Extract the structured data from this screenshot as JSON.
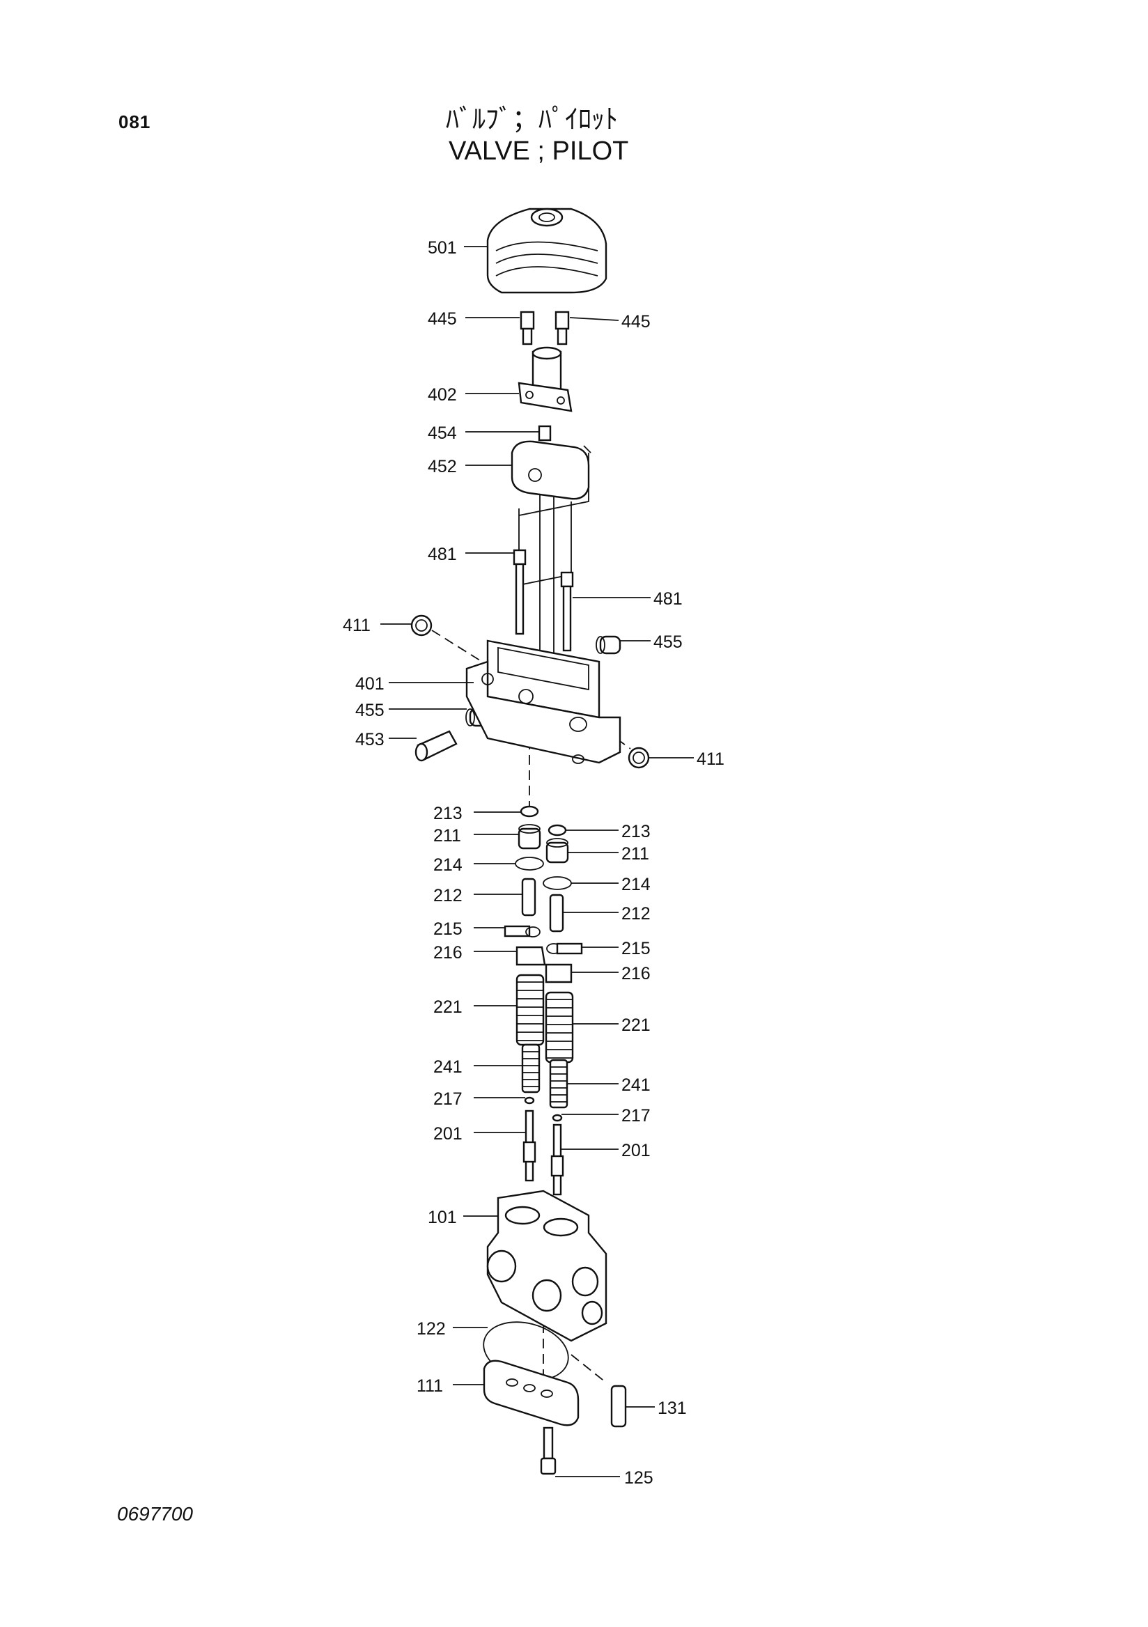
{
  "header": {
    "page_number": "081",
    "title_jp": "ﾊﾞﾙﾌﾞ；ﾊﾟｲﾛｯﾄ",
    "title_en": "VALVE ; PILOT"
  },
  "footer": {
    "drawing_number": "0697700"
  },
  "callouts": [
    {
      "id": "c501a",
      "text": "501"
    },
    {
      "id": "c445a",
      "text": "445"
    },
    {
      "id": "c445b",
      "text": "445"
    },
    {
      "id": "c402",
      "text": "402"
    },
    {
      "id": "c454",
      "text": "454"
    },
    {
      "id": "c452",
      "text": "452"
    },
    {
      "id": "c481a",
      "text": "481"
    },
    {
      "id": "c481b",
      "text": "481"
    },
    {
      "id": "c411a",
      "text": "411"
    },
    {
      "id": "c455a",
      "text": "455"
    },
    {
      "id": "c401",
      "text": "401"
    },
    {
      "id": "c455b",
      "text": "455"
    },
    {
      "id": "c453",
      "text": "453"
    },
    {
      "id": "c411b",
      "text": "411"
    },
    {
      "id": "c213a",
      "text": "213"
    },
    {
      "id": "c213b",
      "text": "213"
    },
    {
      "id": "c211a",
      "text": "211"
    },
    {
      "id": "c211b",
      "text": "211"
    },
    {
      "id": "c214a",
      "text": "214"
    },
    {
      "id": "c214b",
      "text": "214"
    },
    {
      "id": "c212a",
      "text": "212"
    },
    {
      "id": "c212b",
      "text": "212"
    },
    {
      "id": "c215a",
      "text": "215"
    },
    {
      "id": "c215b",
      "text": "215"
    },
    {
      "id": "c216a",
      "text": "216"
    },
    {
      "id": "c216b",
      "text": "216"
    },
    {
      "id": "c221a",
      "text": "221"
    },
    {
      "id": "c221b",
      "text": "221"
    },
    {
      "id": "c241a",
      "text": "241"
    },
    {
      "id": "c241b",
      "text": "241"
    },
    {
      "id": "c217a",
      "text": "217"
    },
    {
      "id": "c217b",
      "text": "217"
    },
    {
      "id": "c201a",
      "text": "201"
    },
    {
      "id": "c201b",
      "text": "201"
    },
    {
      "id": "c101",
      "text": "101"
    },
    {
      "id": "c122",
      "text": "122"
    },
    {
      "id": "c111",
      "text": "111"
    },
    {
      "id": "c131",
      "text": "131"
    },
    {
      "id": "c125",
      "text": "125"
    }
  ]
}
